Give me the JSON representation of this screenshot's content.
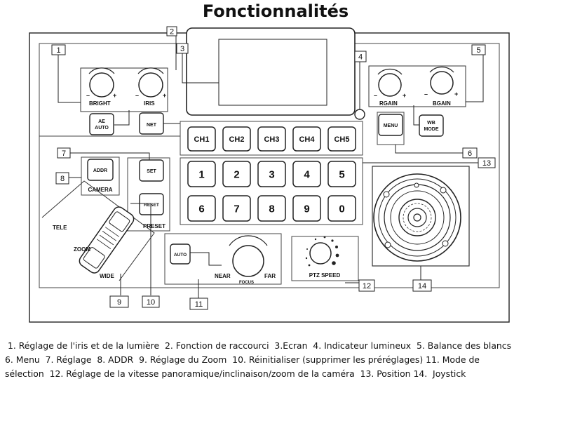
{
  "title": "Fonctionnalités",
  "callouts": [
    "1",
    "2",
    "3",
    "4",
    "5",
    "6",
    "7",
    "8",
    "9",
    "10",
    "11",
    "12",
    "13",
    "14"
  ],
  "labels": {
    "bright": "BRIGHT",
    "iris": "IRIS",
    "ae_auto_1": "AE",
    "ae_auto_2": "AUTO",
    "net": "NET",
    "rgain": "RGAIN",
    "bgain": "BGAIN",
    "wb_mode_1": "WB",
    "wb_mode_2": "MODE",
    "menu": "MENU",
    "addr": "ADDR",
    "camera": "CAMERA",
    "set": "SET",
    "reset": "RESET",
    "preset": "PRESET",
    "tele": "TELE",
    "zoom": "ZOOM",
    "wide": "WIDE",
    "auto": "AUTO",
    "near": "NEAR",
    "far": "FAR",
    "focus": "FOCUS",
    "ptz_speed": "PTZ SPEED",
    "minus": "–",
    "plus": "+"
  },
  "channels": [
    "CH1",
    "CH2",
    "CH3",
    "CH4",
    "CH5"
  ],
  "numbers_row1": [
    "1",
    "2",
    "3",
    "4",
    "5"
  ],
  "numbers_row2": [
    "6",
    "7",
    "8",
    "9",
    "0"
  ],
  "caption_lines": [
    " 1. Réglage de l'iris et de la lumière  2. Fonction de raccourci  3.Ecran  4. Indicateur lumineux  5. Balance des blancs",
    "6. Menu  7. Réglage  8. ADDR  9. Réglage du Zoom  10. Réinitialiser (supprimer les préréglages) 11. Mode de",
    "sélection  12. Réglage de la vitesse panoramique/inclinaison/zoom de la caméra  13. Position 14.  Joystick"
  ]
}
